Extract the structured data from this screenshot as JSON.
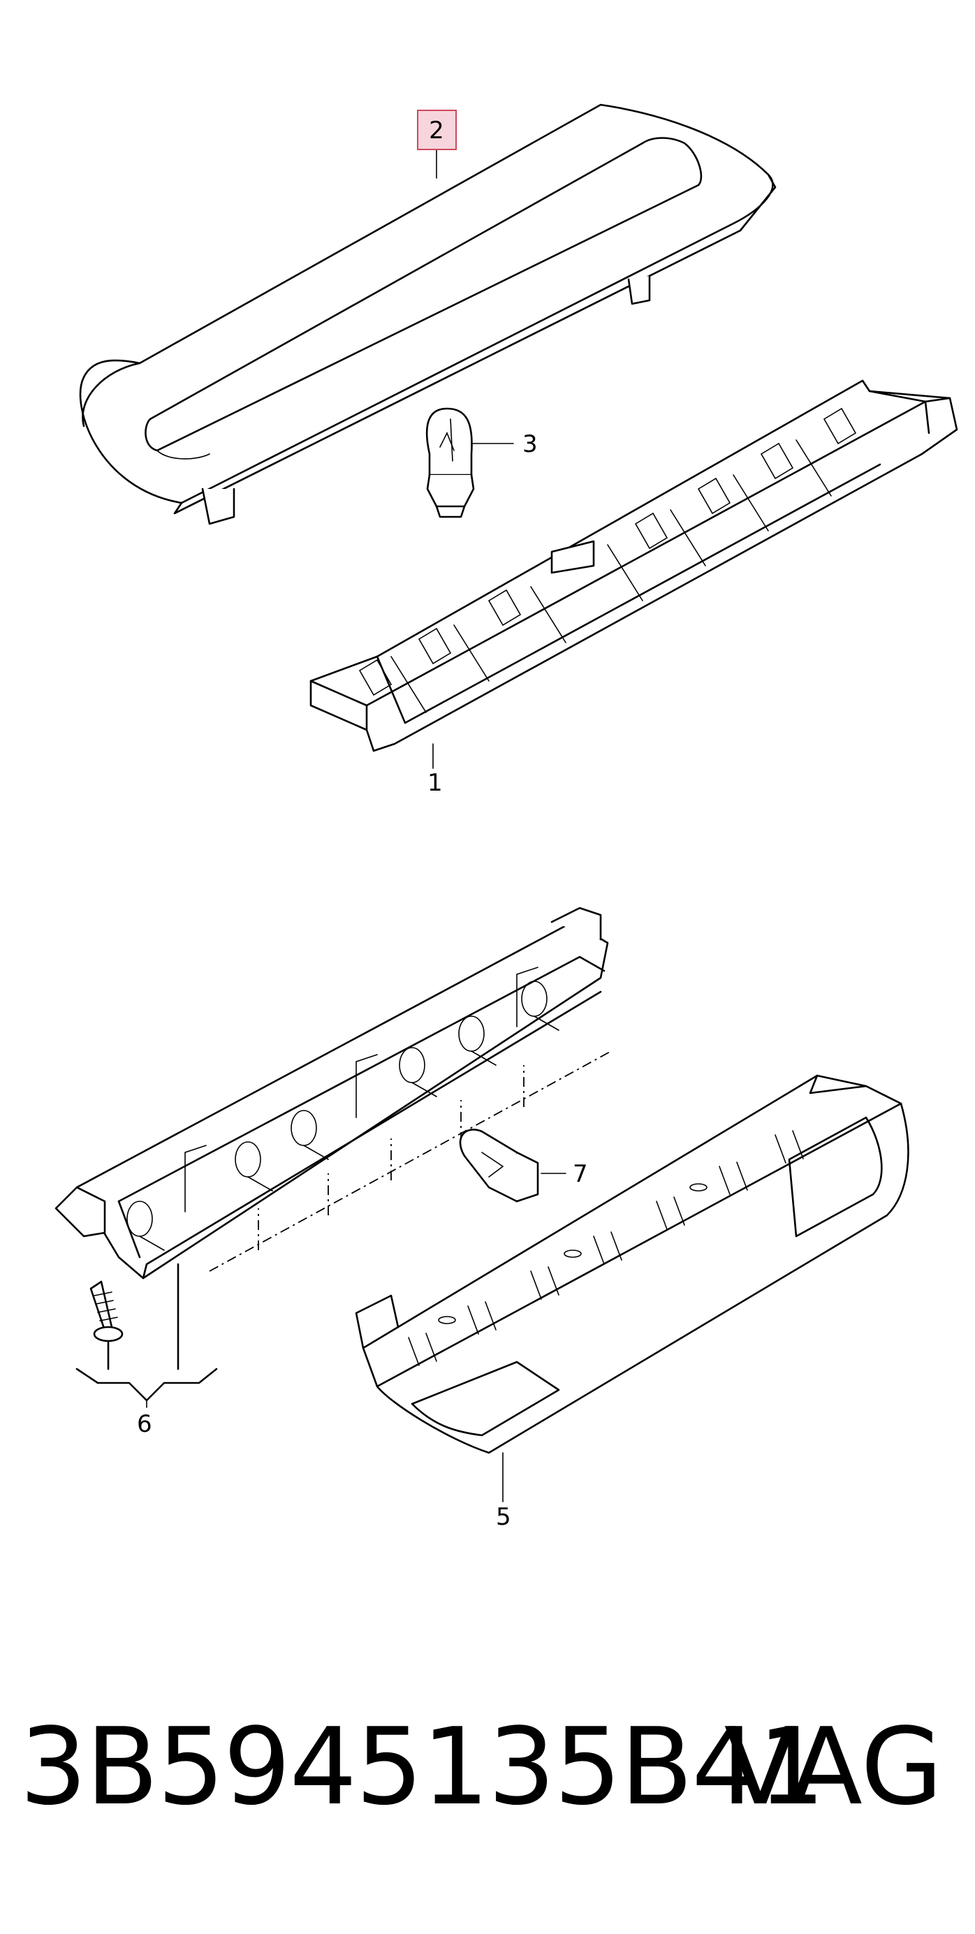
{
  "callouts": [
    {
      "id": "c1",
      "label": "1"
    },
    {
      "id": "c2",
      "label": "2",
      "highlighted": true
    },
    {
      "id": "c3",
      "label": "3"
    },
    {
      "id": "c5",
      "label": "5"
    },
    {
      "id": "c6",
      "label": "6"
    },
    {
      "id": "c7",
      "label": "7"
    }
  ],
  "footer": {
    "part_number": "3B5945135B41",
    "brand": "VAG"
  },
  "colors": {
    "line": "#000000",
    "highlight_fill": "#f6d6dc",
    "highlight_stroke": "#d0485c",
    "background": "#ffffff"
  }
}
